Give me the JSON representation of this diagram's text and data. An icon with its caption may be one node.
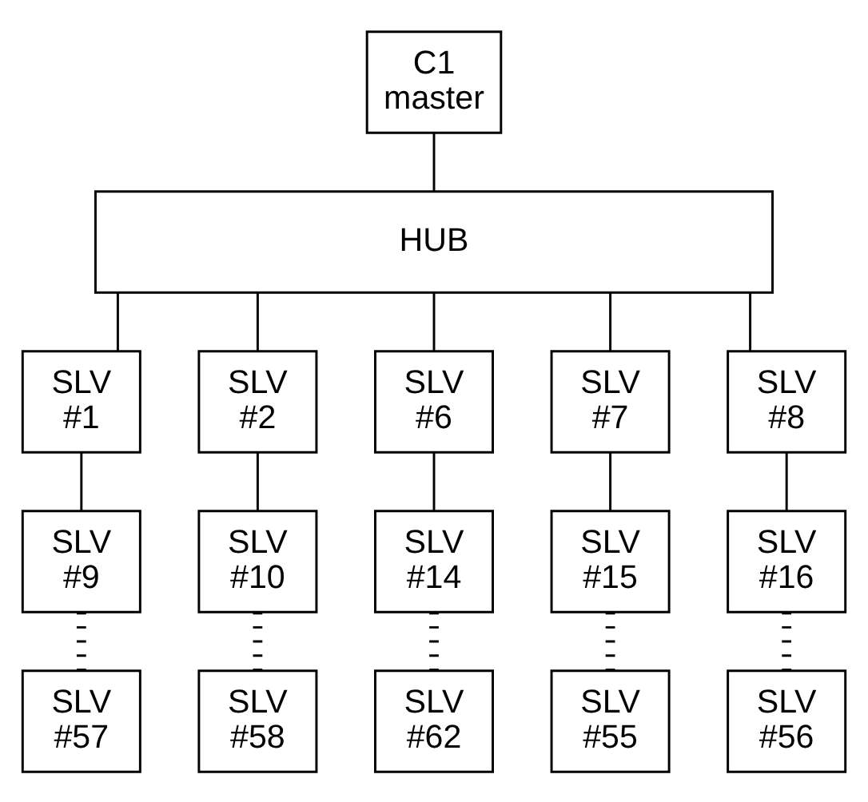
{
  "diagram": {
    "nodes": [
      {
        "text": [
          "C1 master"
        ]
      },
      {
        "text": [
          "HUB"
        ]
      },
      {
        "text": [
          "SLV #1"
        ]
      },
      {
        "text": [
          "SLV #2"
        ]
      },
      {
        "text": [
          "SLV #6"
        ]
      },
      {
        "text": [
          "SLV #7"
        ]
      },
      {
        "text": [
          "SLV #8"
        ]
      },
      {
        "text": [
          "SLV #9"
        ]
      },
      {
        "text": [
          "SLV #10"
        ]
      },
      {
        "text": [
          "SLV #14"
        ]
      },
      {
        "text": [
          "SLV #15"
        ]
      },
      {
        "text": [
          "SLV #16"
        ]
      },
      {
        "text": [
          "SLV #55"
        ]
      },
      {
        "text": [
          "SLV #56"
        ]
      },
      {
        "text": [
          "SLV #57"
        ]
      },
      {
        "text": [
          "SLV #58"
        ]
      },
      {
        "text": [
          "SLV #62"
        ]
      }
    ],
    "edges": [
      {
        "from": 0,
        "to": 1,
        "arrow": "none"
      },
      {
        "from": 1,
        "to": 2,
        "arrow": "none"
      },
      {
        "from": 1,
        "to": 3,
        "arrow": "none"
      },
      {
        "from": 1,
        "to": 4,
        "arrow": "none"
      },
      {
        "from": 1,
        "to": 5,
        "arrow": "none"
      },
      {
        "from": 1,
        "to": 6,
        "arrow": "none"
      },
      {
        "from": 2,
        "to": 7,
        "arrow": "none"
      },
      {
        "from": 3,
        "to": 8,
        "arrow": "none"
      },
      {
        "from": 4,
        "to": 9,
        "arrow": "none"
      },
      {
        "from": 5,
        "to": 10,
        "arrow": "none"
      },
      {
        "from": 6,
        "to": 11,
        "arrow": "none"
      },
      {
        "from": 7,
        "to": 14,
        "arrow": "none",
        "style": "dashed"
      },
      {
        "from": 8,
        "to": 15,
        "arrow": "none",
        "style": "dashed"
      },
      {
        "from": 9,
        "to": 16,
        "arrow": "none",
        "style": "dashed"
      },
      {
        "from": 10,
        "to": 12,
        "arrow": "none",
        "style": "dashed"
      },
      {
        "from": 11,
        "to": 13,
        "arrow": "none",
        "style": "dashed"
      }
    ]
  }
}
